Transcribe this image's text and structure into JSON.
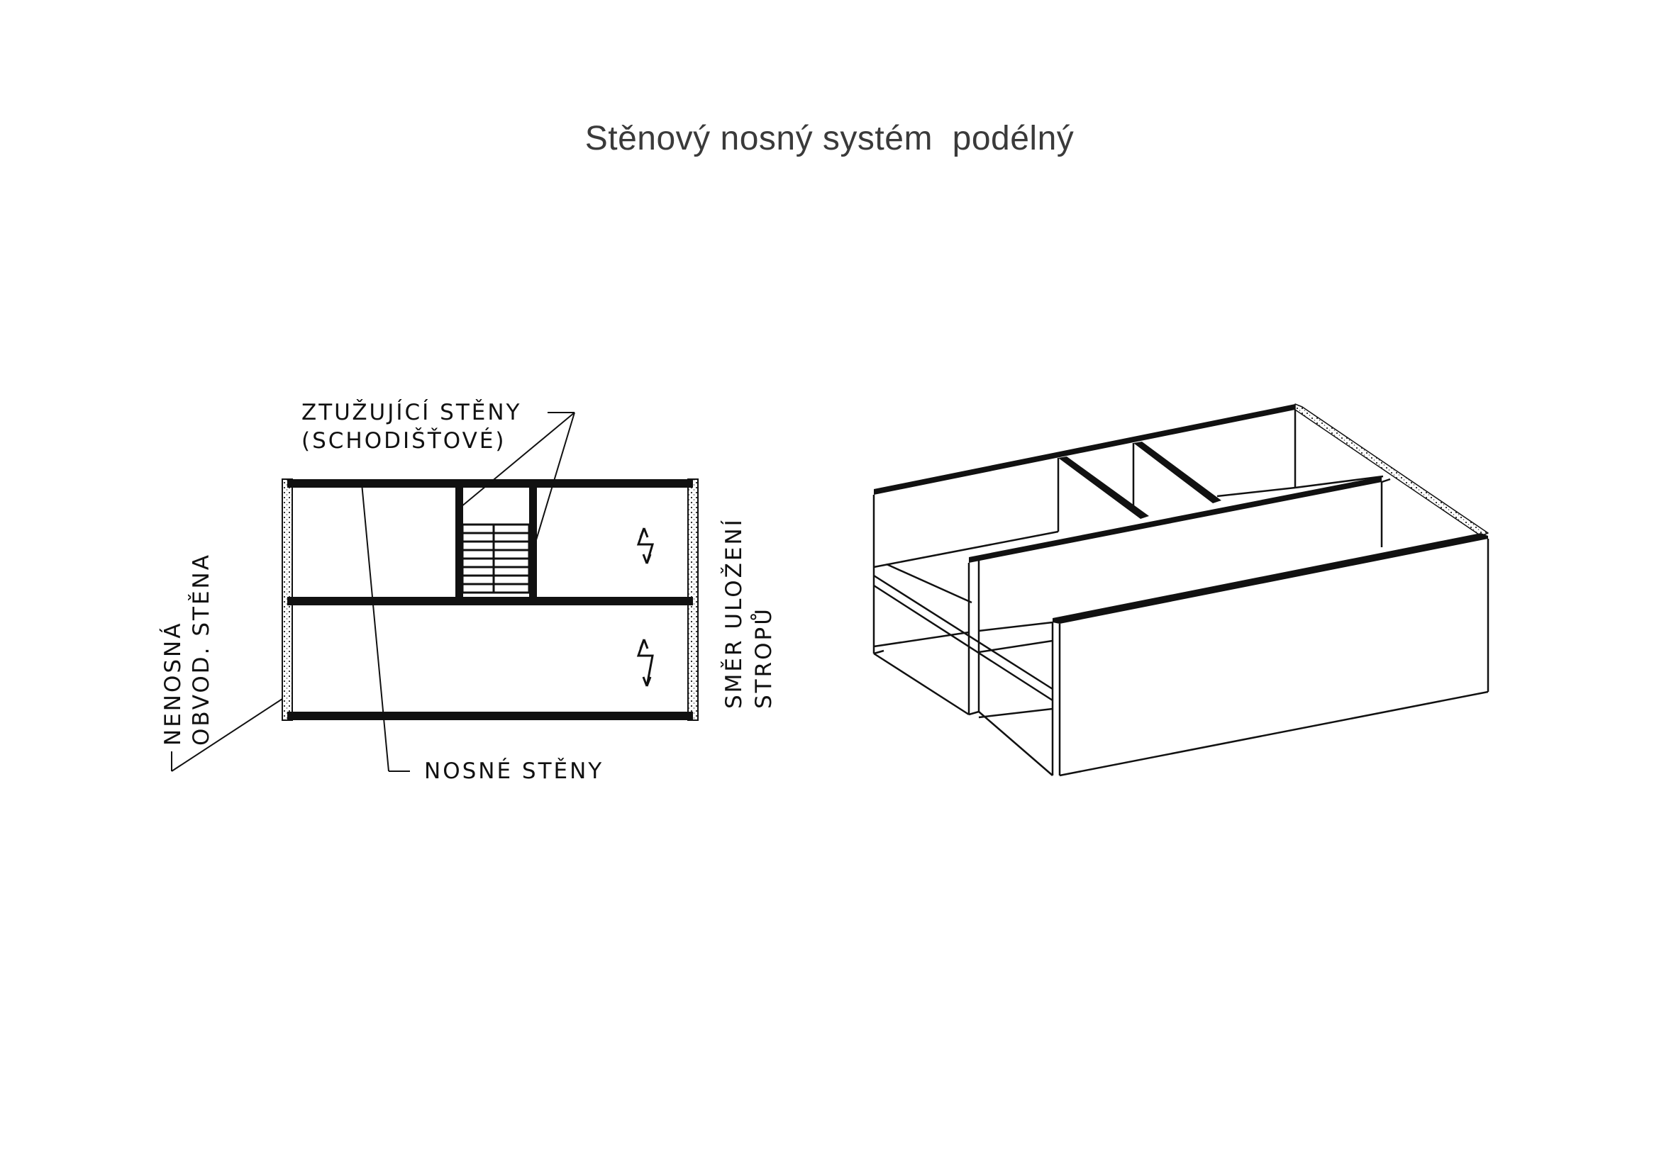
{
  "title": "Stěnový nosný systém  podélný",
  "plan": {
    "label_bracing_line1": "ZTUŽUJÍCÍ STĚNY",
    "label_bracing_line2": "(SCHODIŠŤOVÉ)",
    "label_bearing_walls": "NOSNÉ STĚNY",
    "label_nonbearing_line1": "NENOSNÁ",
    "label_nonbearing_line2": "OBVOD. STĚNA",
    "label_direction_line1": "SMĚR ULOŽENÍ",
    "label_direction_line2": "STROPŮ"
  },
  "colors": {
    "ink": "#111111",
    "title": "#3a3a3a"
  }
}
